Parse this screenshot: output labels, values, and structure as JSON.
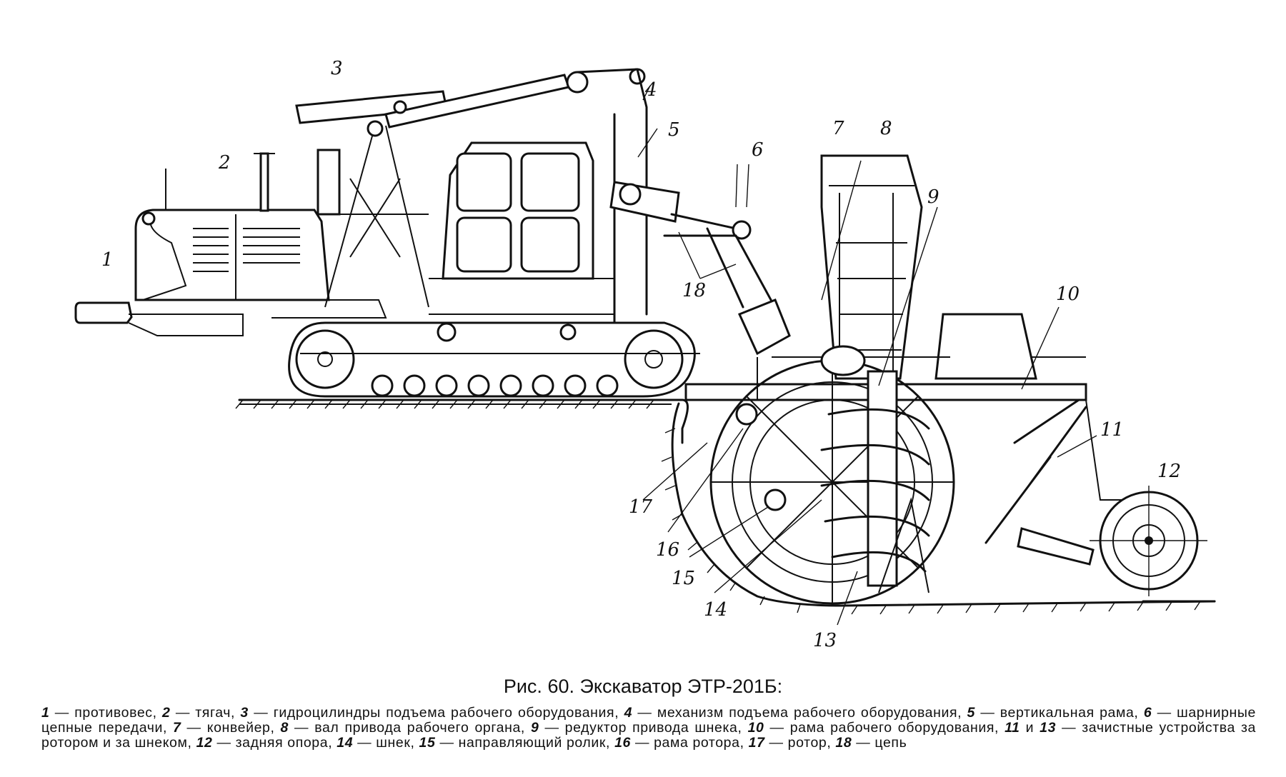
{
  "figure": {
    "title": "Рис. 60. Экскаватор ЭТР-201Б:",
    "callouts": [
      "1",
      "2",
      "3",
      "4",
      "5",
      "6",
      "7",
      "8",
      "9",
      "10",
      "11",
      "12",
      "13",
      "14",
      "15",
      "16",
      "17",
      "18"
    ]
  },
  "legend": [
    {
      "num": "1",
      "sep": " — ",
      "text": "противовес,"
    },
    {
      "num": "2",
      "sep": " — ",
      "text": "тягач,"
    },
    {
      "num": "3",
      "sep": " — ",
      "text": "гидроцилиндры подъема рабочего оборудования,"
    },
    {
      "num": "4",
      "sep": " — ",
      "text": "механизм подъема рабочего оборудования,"
    },
    {
      "num": "5",
      "sep": " — ",
      "text": "вертикальная рама,"
    },
    {
      "num": "6",
      "sep": " — ",
      "text": "шарнирные цепные передачи,"
    },
    {
      "num": "7",
      "sep": " — ",
      "text": "конвейер,"
    },
    {
      "num": "8",
      "sep": " — ",
      "text": "вал привода рабочего органа,"
    },
    {
      "num": "9",
      "sep": " — ",
      "text": "редуктор привода шнека,"
    },
    {
      "num": "10",
      "sep": " — ",
      "text": "рама рабочего оборудования,"
    },
    {
      "num": "11",
      "sep": " и ",
      "text": ""
    },
    {
      "num": "13",
      "sep": " — ",
      "text": "зачистные устройства за ротором и за шнеком,"
    },
    {
      "num": "12",
      "sep": " — ",
      "text": "задняя опора,"
    },
    {
      "num": "14",
      "sep": " — ",
      "text": "шнек,"
    },
    {
      "num": "15",
      "sep": " — ",
      "text": "направляющий ролик,"
    },
    {
      "num": "16",
      "sep": " — ",
      "text": "рама ротора,"
    },
    {
      "num": "17",
      "sep": " — ",
      "text": "ротор,"
    },
    {
      "num": "18",
      "sep": " — ",
      "text": "цепь"
    }
  ]
}
